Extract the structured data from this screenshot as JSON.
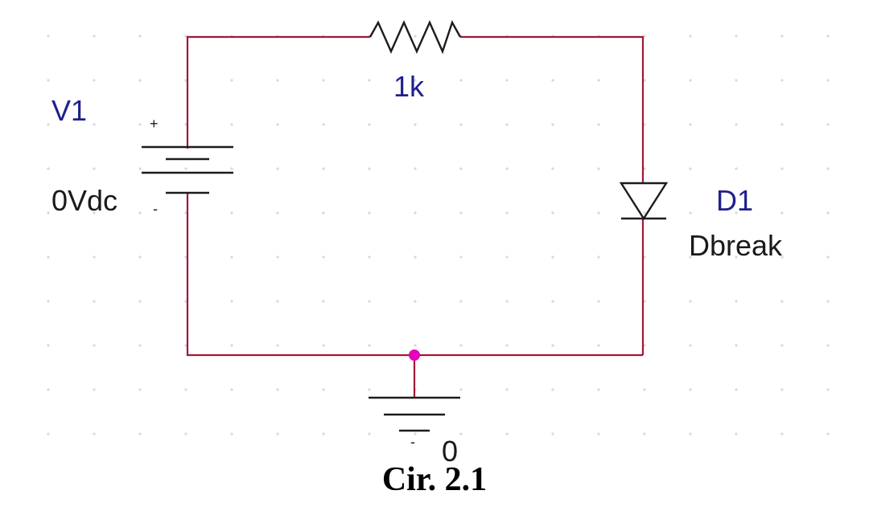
{
  "source": {
    "name": "V1",
    "value": "0Vdc",
    "plus_mark": "+",
    "minus_mark": "-"
  },
  "resistor": {
    "value": "1k"
  },
  "diode": {
    "name": "D1",
    "model": "Dbreak"
  },
  "ground": {
    "node": "0",
    "mark": "-"
  },
  "caption": "Cir. 2.1",
  "colors": {
    "wire": "#a01838",
    "part_label": "#1f1f8f",
    "junction": "#e600b8",
    "grid_dot": "#d8d8d8"
  }
}
